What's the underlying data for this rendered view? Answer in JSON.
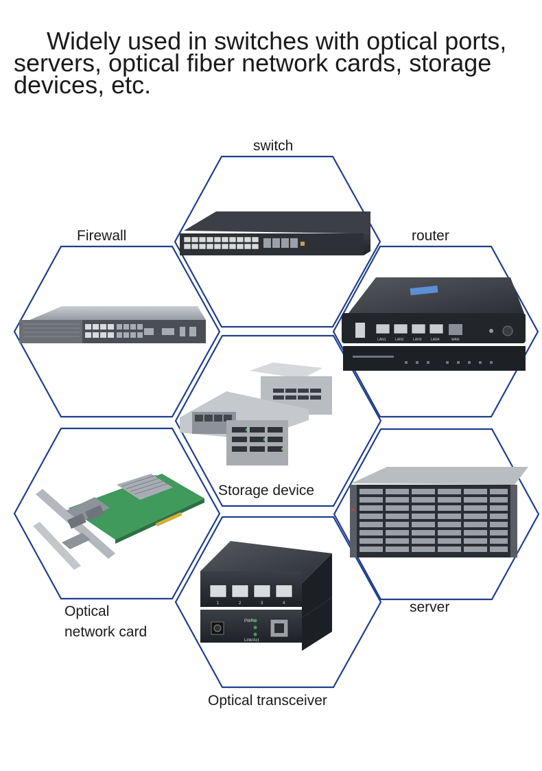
{
  "headline": {
    "line1": "Widely used in switches with optical ports,",
    "line2": "servers, optical fiber network cards, storage",
    "line3": "devices, etc."
  },
  "devices": {
    "switch": "switch",
    "firewall": "Firewall",
    "router": "router",
    "storage": "Storage device",
    "network_card_line1": "Optical",
    "network_card_line2": "network card",
    "server": "server",
    "transceiver": "Optical transceiver"
  },
  "router_labels": {
    "lan1": "LAN1",
    "lan2": "LAN2",
    "lan3": "LAN3",
    "lan4": "LAN4",
    "wan": "WAN"
  },
  "transceiver_labels": {
    "pwr": "PWR",
    "link": "Link/Act",
    "port1": "1",
    "port2": "2",
    "port3": "3",
    "port4": "4"
  },
  "colors": {
    "hex_border": "#1f3f8c",
    "device_dark": "#2b2e33",
    "pcb_green": "#3f9a5c"
  }
}
